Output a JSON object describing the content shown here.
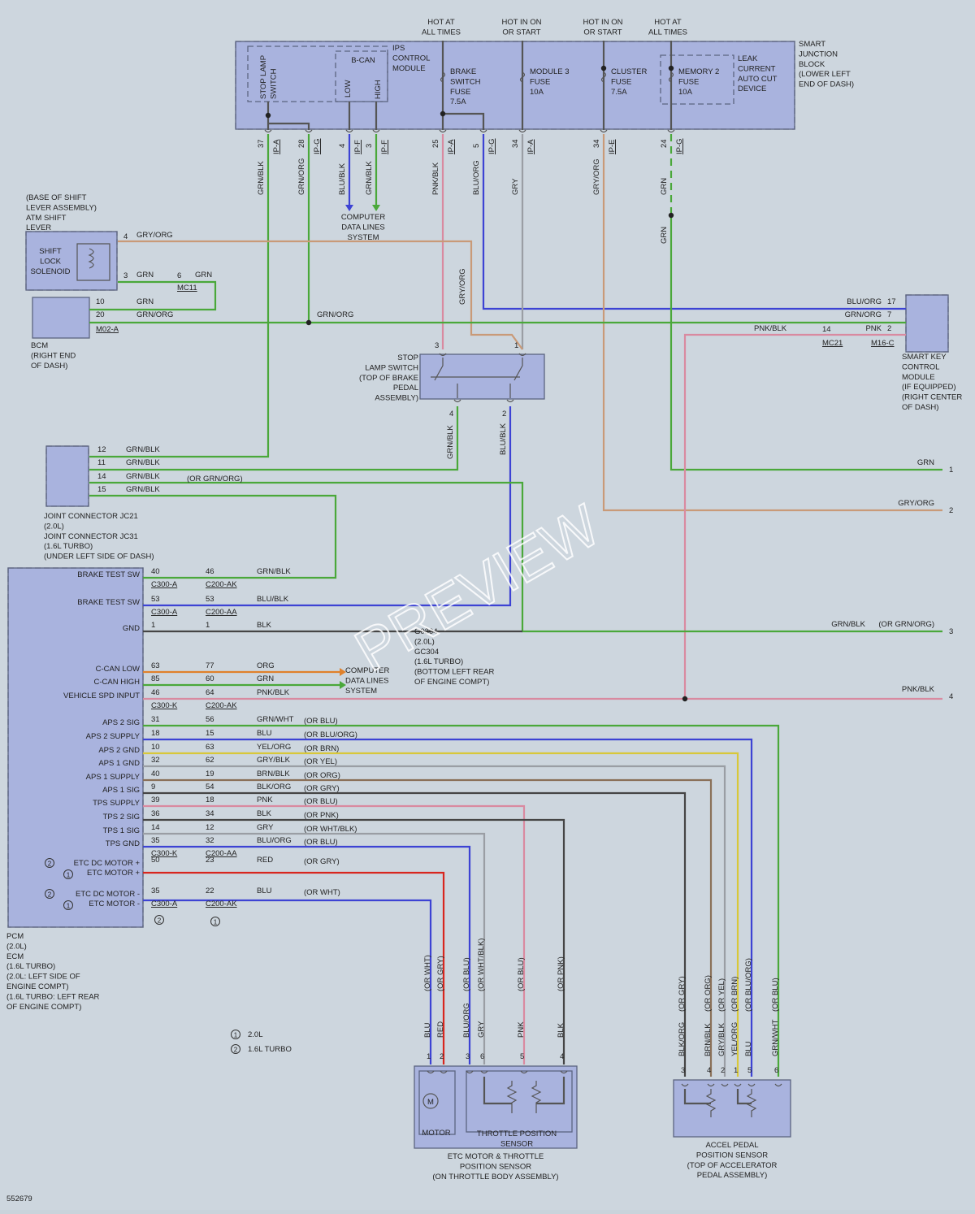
{
  "diagram_id": "552679",
  "watermark": "PREVIEW",
  "colors": {
    "GRN": "#4aa83a",
    "ORG": "#e0812b",
    "BLU": "#3d43d4",
    "PNK": "#d98aa0",
    "GRY": "#9a9ea4",
    "BLK": "#454545",
    "RED": "#d8261e",
    "YEL": "#d8c83a",
    "BRN": "#8a7058",
    "GRY/ORG": "#c99a78",
    "WHT": "#e8e8e8"
  },
  "hot_labels": [
    "HOT AT\nALL TIMES",
    "HOT IN ON\nOR START",
    "HOT IN ON\nOR START",
    "HOT AT\nALL TIMES"
  ],
  "sjb": {
    "label": "SMART\nJUNCTION\nBLOCK\n(LOWER LEFT\nEND OF DASH)",
    "ips": "IPS\nCONTROL\nMODULE",
    "bcan": "B-CAN",
    "low": "LOW",
    "high": "HIGH",
    "stop_lamp": "STOP LAMP\nSWITCH",
    "fuses": [
      {
        "name": "BRAKE\nSWITCH\nFUSE\n7.5A"
      },
      {
        "name": "MODULE 3\nFUSE\n10A"
      },
      {
        "name": "CLUSTER\nFUSE\n7.5A"
      },
      {
        "name": "MEMORY 2\nFUSE\n10A"
      }
    ],
    "leak": "LEAK\nCURRENT\nAUTO CUT\nDEVICE",
    "pins": [
      {
        "pin": "37",
        "conn": "IP-A",
        "wire": "GRN/BLK"
      },
      {
        "pin": "28",
        "conn": "IP-G",
        "wire": "GRN/ORG"
      },
      {
        "pin": "4",
        "conn": "IP-F",
        "wire": "BLU/BLK"
      },
      {
        "pin": "3",
        "conn": "IP-F",
        "wire": "GRN/BLK"
      },
      {
        "pin": "25",
        "conn": "IP-A",
        "wire": "PNK/BLK"
      },
      {
        "pin": "5",
        "conn": "IP-G",
        "wire": "BLU/ORG"
      },
      {
        "pin": "34",
        "conn": "IP-A",
        "wire": "GRY"
      },
      {
        "pin": "34",
        "conn": "IP-E",
        "wire": "GRY/ORG"
      },
      {
        "pin": "24",
        "conn": "IP-G",
        "wire": "GRN"
      }
    ]
  },
  "computer_data": "COMPUTER\nDATA LINES\nSYSTEM",
  "shift": {
    "label": "(BASE OF SHIFT\nLEVER ASSEMBLY)\nATM SHIFT\nLEVER",
    "solenoid": "SHIFT\nLOCK\nSOLENOID",
    "p4": "4",
    "w4": "GRY/ORG",
    "p3": "3",
    "w3": "GRN",
    "mc11_pin": "6",
    "mc11_wire": "GRN",
    "mc11": "MC11"
  },
  "bcm": {
    "label": "BCM\n(RIGHT END\nOF DASH)",
    "p10": "10",
    "w10": "GRN",
    "p20": "20",
    "w20": "GRN/ORG",
    "conn": "M02-A",
    "splice_wire": "GRN/ORG"
  },
  "skm": {
    "label": "SMART KEY\nCONTROL\nMODULE\n(IF EQUIPPED)\n(RIGHT CENTER\nOF DASH)",
    "rows": [
      {
        "wire": "BLU/ORG",
        "pin": "17"
      },
      {
        "wire": "GRN/ORG",
        "pin": "7"
      },
      {
        "wire": "PNK",
        "pin": "2"
      }
    ],
    "mc21_wire": "PNK/BLK",
    "mc21_pin": "14",
    "mc21": "MC21",
    "conn": "M16-C"
  },
  "stop_switch": {
    "label": "STOP\nLAMP SWITCH\n(TOP OF BRAKE\nPEDAL\nASSEMBLY)",
    "pins": [
      "3",
      "1",
      "4",
      "2"
    ],
    "w4": "GRN/BLK",
    "w2": "BLU/BLK"
  },
  "gry_orn_vertical": "GRY/ORG",
  "jc": {
    "label": "JOINT CONNECTOR JC21\n(2.0L)\nJOINT CONNECTOR JC31\n(1.6L TURBO)\n(UNDER LEFT SIDE OF DASH)",
    "rows": [
      {
        "pin": "12",
        "wire": "GRN/BLK",
        "alt": ""
      },
      {
        "pin": "11",
        "wire": "GRN/BLK",
        "alt": ""
      },
      {
        "pin": "14",
        "wire": "GRN/BLK",
        "alt": "(OR GRN/ORG)"
      },
      {
        "pin": "15",
        "wire": "GRN/BLK",
        "alt": ""
      }
    ]
  },
  "right_outputs": [
    {
      "wire": "GRN",
      "num": "1",
      "alt": ""
    },
    {
      "wire": "GRY/ORG",
      "num": "2",
      "alt": ""
    },
    {
      "wire": "GRN/BLK",
      "num": "3",
      "alt": "(OR GRN/ORG)"
    },
    {
      "wire": "PNK/BLK",
      "num": "4",
      "alt": ""
    }
  ],
  "pcm": {
    "label": "PCM\n(2.0L)\nECM\n(1.6L TURBO)\n(2.0L: LEFT SIDE OF\nENGINE COMPT)\n(1.6L TURBO: LEFT REAR\nOF ENGINE COMPT)",
    "rows": [
      {
        "name": "BRAKE TEST SW",
        "p1": "40",
        "p2": "46",
        "wire": "GRN/BLK",
        "alt": "",
        "c1": "C300-A",
        "c2": "C200-AK"
      },
      {
        "name": "BRAKE TEST SW",
        "p1": "53",
        "p2": "53",
        "wire": "BLU/BLK",
        "alt": "",
        "c1": "C300-A",
        "c2": "C200-AA"
      },
      {
        "name": "GND",
        "p1": "1",
        "p2": "1",
        "wire": "BLK",
        "alt": "",
        "c1": "",
        "c2": ""
      },
      {
        "name": "C-CAN LOW",
        "p1": "63",
        "p2": "77",
        "wire": "ORG",
        "alt": "",
        "c1": "",
        "c2": ""
      },
      {
        "name": "C-CAN HIGH",
        "p1": "85",
        "p2": "60",
        "wire": "GRN",
        "alt": "",
        "c1": "",
        "c2": ""
      },
      {
        "name": "VEHICLE SPD INPUT",
        "p1": "46",
        "p2": "64",
        "wire": "PNK/BLK",
        "alt": "",
        "c1": "C300-K",
        "c2": "C200-AK"
      },
      {
        "name": "APS 2 SIG",
        "p1": "31",
        "p2": "56",
        "wire": "GRN/WHT",
        "alt": "(OR BLU)",
        "c1": "",
        "c2": ""
      },
      {
        "name": "APS 2 SUPPLY",
        "p1": "18",
        "p2": "15",
        "wire": "BLU",
        "alt": "(OR BLU/ORG)",
        "c1": "",
        "c2": ""
      },
      {
        "name": "APS 2 GND",
        "p1": "10",
        "p2": "63",
        "wire": "YEL/ORG",
        "alt": "(OR BRN)",
        "c1": "",
        "c2": ""
      },
      {
        "name": "APS 1 GND",
        "p1": "32",
        "p2": "62",
        "wire": "GRY/BLK",
        "alt": "(OR YEL)",
        "c1": "",
        "c2": ""
      },
      {
        "name": "APS 1 SUPPLY",
        "p1": "40",
        "p2": "19",
        "wire": "BRN/BLK",
        "alt": "(OR ORG)",
        "c1": "",
        "c2": ""
      },
      {
        "name": "APS 1 SIG",
        "p1": "9",
        "p2": "54",
        "wire": "BLK/ORG",
        "alt": "(OR GRY)",
        "c1": "",
        "c2": ""
      },
      {
        "name": "TPS SUPPLY",
        "p1": "39",
        "p2": "18",
        "wire": "PNK",
        "alt": "(OR BLU)",
        "c1": "",
        "c2": ""
      },
      {
        "name": "TPS 2 SIG",
        "p1": "36",
        "p2": "34",
        "wire": "BLK",
        "alt": "(OR PNK)",
        "c1": "",
        "c2": ""
      },
      {
        "name": "TPS 1 SIG",
        "p1": "14",
        "p2": "12",
        "wire": "GRY",
        "alt": "(OR WHT/BLK)",
        "c1": "",
        "c2": ""
      },
      {
        "name": "TPS GND",
        "p1": "35",
        "p2": "32",
        "wire": "BLU/ORG",
        "alt": "(OR BLU)",
        "c1": "C300-K",
        "c2": "C200-AA"
      },
      {
        "name": "ETC DC MOTOR +",
        "p1": "50",
        "p2": "23",
        "wire": "RED",
        "alt": "(OR GRY)",
        "c1": "",
        "c2": ""
      },
      {
        "name": "ETC MOTOR +",
        "p1": "",
        "p2": "",
        "wire": "",
        "alt": "",
        "c1": "",
        "c2": ""
      },
      {
        "name": "ETC DC MOTOR -",
        "p1": "35",
        "p2": "22",
        "wire": "BLU",
        "alt": "(OR WHT)",
        "c1": "C300-A",
        "c2": "C200-AK"
      },
      {
        "name": "ETC MOTOR -",
        "p1": "",
        "p2": "",
        "wire": "",
        "alt": "",
        "c1": "",
        "c2": ""
      }
    ]
  },
  "gc": "G0304\n(2.0L)\nGC304\n(1.6L TURBO)\n(BOTTOM LEFT REAR\nOF ENGINE COMPT)",
  "legend": [
    {
      "sym": "1",
      "text": "2.0L"
    },
    {
      "sym": "2",
      "text": "1.6L TURBO"
    }
  ],
  "etc": {
    "label": "ETC MOTOR & THROTTLE\nPOSITION SENSOR\n(ON THROTTLE BODY ASSEMBLY)",
    "motor": "MOTOR",
    "motor_sym": "M",
    "tps": "THROTTLE POSITION\nSENSOR",
    "pins": [
      {
        "pin": "1",
        "wire": "BLU",
        "alt": "(OR WHT)"
      },
      {
        "pin": "2",
        "wire": "RED",
        "alt": "(OR GRY)"
      },
      {
        "pin": "3",
        "wire": "BLU/ORG",
        "alt": "(OR BLU)"
      },
      {
        "pin": "6",
        "wire": "GRY",
        "alt": "(OR WHT/BLK)"
      },
      {
        "pin": "5",
        "wire": "PNK",
        "alt": "(OR BLU)"
      },
      {
        "pin": "4",
        "wire": "BLK",
        "alt": "(OR PNK)"
      }
    ]
  },
  "aps": {
    "label": "ACCEL PEDAL\nPOSITION SENSOR\n(TOP OF ACCELERATOR\nPEDAL ASSEMBLY)",
    "pins": [
      {
        "pin": "3",
        "wire": "BLK/ORG",
        "alt": "(OR GRY)"
      },
      {
        "pin": "4",
        "wire": "BRN/BLK",
        "alt": "(OR ORG)"
      },
      {
        "pin": "2",
        "wire": "GRY/BLK",
        "alt": "(OR YEL)"
      },
      {
        "pin": "1",
        "wire": "YEL/ORG",
        "alt": "(OR BRN)"
      },
      {
        "pin": "5",
        "wire": "BLU",
        "alt": "(OR BLU/ORG)"
      },
      {
        "pin": "6",
        "wire": "GRN/WHT",
        "alt": "(OR BLU)"
      }
    ]
  }
}
